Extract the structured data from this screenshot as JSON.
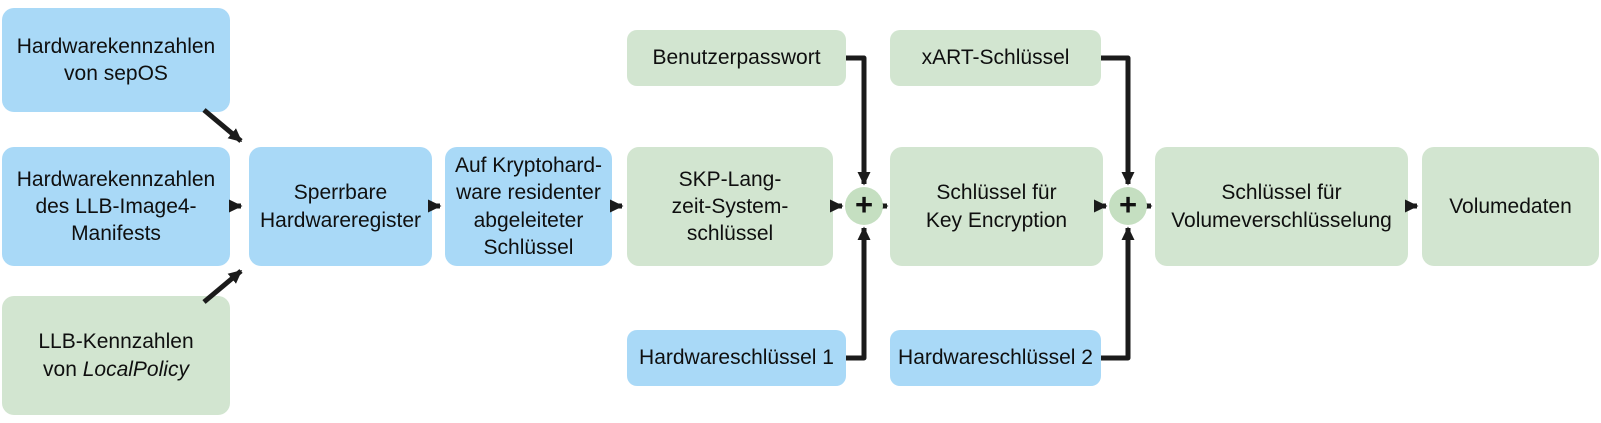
{
  "colors": {
    "box_blue": "#a9d9f7",
    "box_green": "#d2e5d0",
    "plus_circle_green": "#c5dfc1",
    "arrow_black": "#1b1b1b",
    "text": "#0f0f0f"
  },
  "boxes": {
    "hw_sepos": {
      "label": "Hardwarekennzahlen\nvon sepOS"
    },
    "hw_llb_image4": {
      "label": "Hardwarekennzahlen\ndes LLB-Image4-\nManifests"
    },
    "llb_kennzahlen": {
      "line1": "LLB-Kennzahlen",
      "line2_prefix": "von ",
      "line2_italic": "LocalPolicy"
    },
    "sperrbare_register": {
      "label": "Sperrbare\nHardwareregister"
    },
    "krypto_schluessel": {
      "label": "Auf Kryptohard-\nware residenter\nabgeleiteter\nSchlüssel"
    },
    "skp_systemschluessel": {
      "label": "SKP-Lang-\nzeit-System-\nschlüssel"
    },
    "benutzerpasswort": {
      "label": "Benutzerpasswort"
    },
    "hardwareschluessel_1": {
      "label": "Hardwareschlüssel 1"
    },
    "key_encryption": {
      "label": "Schlüssel für\nKey Encryption"
    },
    "xart_schluessel": {
      "label": "xART-Schlüssel"
    },
    "hardwareschluessel_2": {
      "label": "Hardwareschlüssel 2"
    },
    "volume_verschluesselung": {
      "label": "Schlüssel für\nVolumeverschlüsselung"
    },
    "volumedaten": {
      "label": "Volumedaten"
    }
  },
  "operators": {
    "plus1": "+",
    "plus2": "+"
  }
}
